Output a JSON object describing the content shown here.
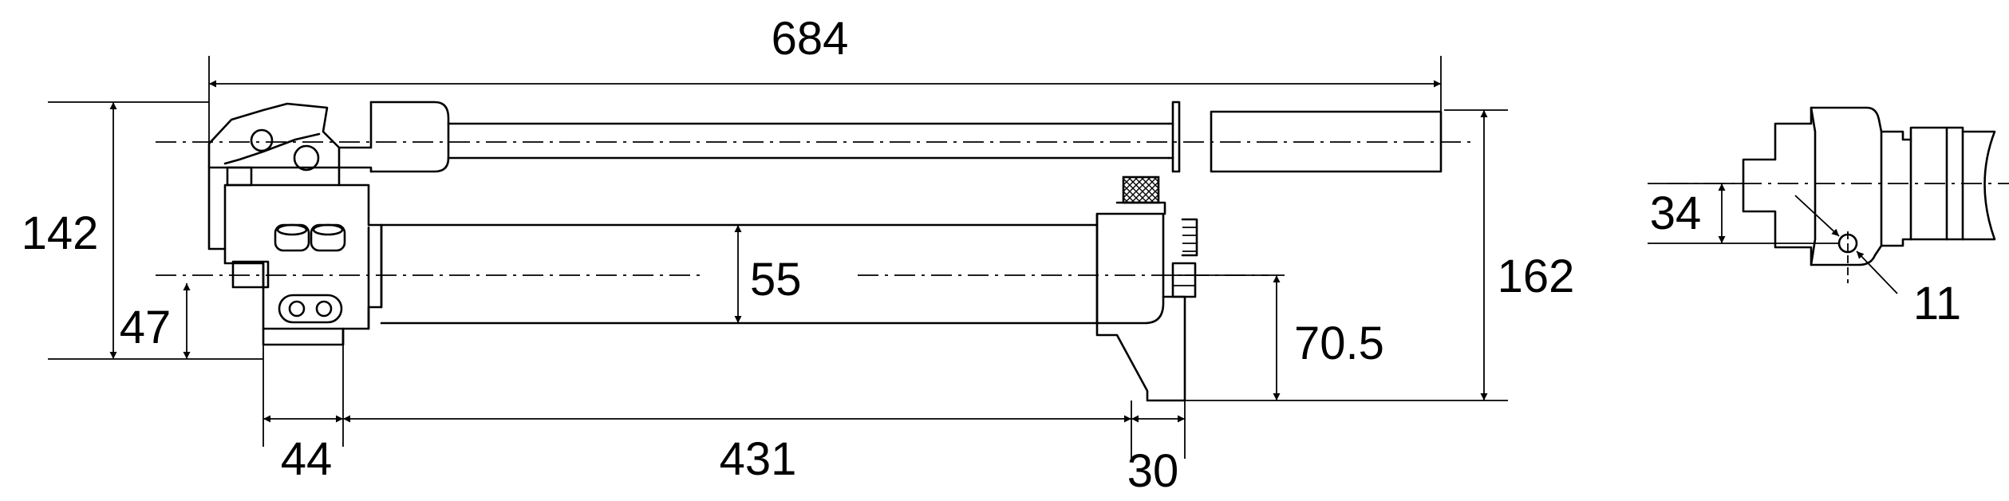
{
  "dimensions": {
    "overall_length": "684",
    "overall_height": "142",
    "base_to_center": "47",
    "cylinder_diameter": "55",
    "right_height": "162",
    "center_height": "70.5",
    "left_width": "44",
    "base_length": "431",
    "foot_width": "30",
    "detail_offset": "34",
    "detail_hole": "11"
  }
}
